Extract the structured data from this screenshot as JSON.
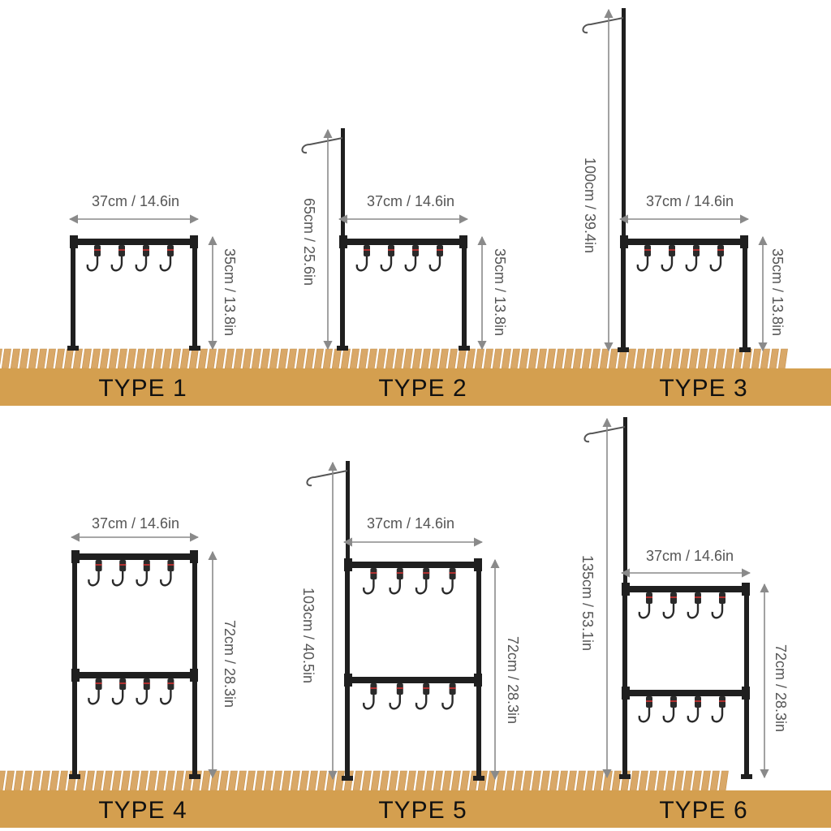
{
  "colors": {
    "deck_slat": "#d9a868",
    "deck_band": "#d49f4f",
    "frame": "#1f1f1f",
    "arrow": "#8a8a8a",
    "hook": "#2a2a2a",
    "spring": "#b03030"
  },
  "types": [
    {
      "label": "TYPE 1",
      "width_text": "37cm / 14.6in",
      "height_text": "35cm / 13.8in",
      "pole_text": ""
    },
    {
      "label": "TYPE 2",
      "width_text": "37cm / 14.6in",
      "height_text": "35cm / 13.8in",
      "pole_text": "65cm / 25.6in"
    },
    {
      "label": "TYPE 3",
      "width_text": "37cm / 14.6in",
      "height_text": "35cm / 13.8in",
      "pole_text": "100cm / 39.4in"
    },
    {
      "label": "TYPE 4",
      "width_text": "37cm / 14.6in",
      "height_text": "72cm / 28.3in",
      "pole_text": ""
    },
    {
      "label": "TYPE 5",
      "width_text": "37cm / 14.6in",
      "height_text": "72cm / 28.3in",
      "pole_text": "103cm / 40.5in"
    },
    {
      "label": "TYPE 6",
      "width_text": "37cm / 14.6in",
      "height_text": "72cm / 28.3in",
      "pole_text": "135cm / 53.1in"
    }
  ]
}
